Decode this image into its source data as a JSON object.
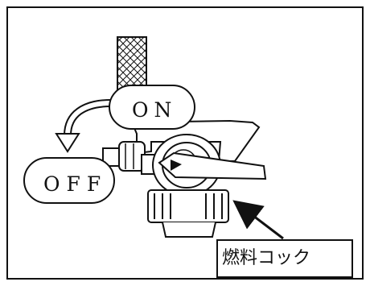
{
  "labels": {
    "on": "ON",
    "off": "OFF",
    "callout": "燃料コック"
  }
}
